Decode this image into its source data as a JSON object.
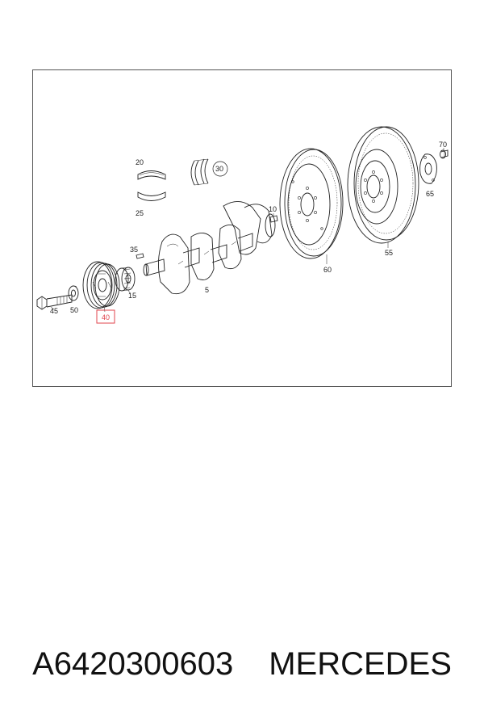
{
  "diagram": {
    "callouts": {
      "p5": "5",
      "p10": "10",
      "p15": "15",
      "p20": "20",
      "p25": "25",
      "p30": "30",
      "p35": "35",
      "p40": "40",
      "p45": "45",
      "p50": "50",
      "p55": "55",
      "p60": "60",
      "p65": "65",
      "p70": "70"
    },
    "highlight_color": "#e0444e",
    "line_color": "#222222"
  },
  "caption": {
    "part_number": "A6420300603",
    "brand": "MERCEDES"
  }
}
